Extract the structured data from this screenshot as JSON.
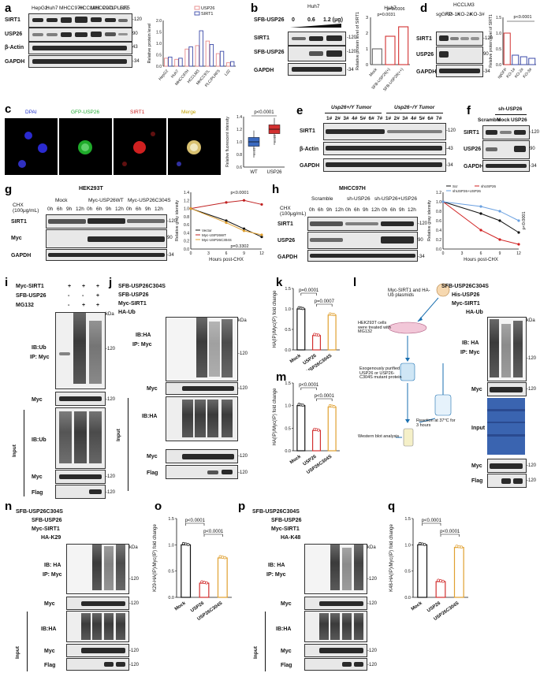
{
  "panels": {
    "a": {
      "label": "a",
      "lanes": [
        "HepG2",
        "Huh7",
        "MHCC97H",
        "HCCLM3",
        "MHCC97L",
        "PLC/PLRF5",
        "L02"
      ],
      "rows": [
        "SIRT1",
        "USP26",
        "β-Actin",
        "GAPDH"
      ],
      "kda": [
        "-120",
        "90",
        "43",
        "-34"
      ],
      "legend": [
        "USP26",
        "SIRT1"
      ],
      "colors": {
        "USP26": "#e88a8a",
        "SIRT1": "#3b4aa8"
      },
      "chart_data": {
        "type": "bar",
        "categories": [
          "HepG2",
          "Huh7",
          "MHCC97H",
          "HCCLM3",
          "MHCC97L",
          "PLC/PLRF5",
          "L02"
        ],
        "series": [
          {
            "name": "USP26",
            "values": [
              0.35,
              0.3,
              0.75,
              0.9,
              1.1,
              0.55,
              0.15
            ]
          },
          {
            "name": "SIRT1",
            "values": [
              0.4,
              0.35,
              0.85,
              1.55,
              0.95,
              0.65,
              0.2
            ]
          }
        ],
        "ylabel": "Relative protein level",
        "ylim": [
          0,
          2.0
        ],
        "yticks": [
          "0.0",
          "0.5",
          "1.0",
          "1.5",
          "2.0"
        ]
      }
    },
    "b": {
      "label": "b",
      "cell": "Huh7",
      "treatment": "SFB-USP26",
      "doses": [
        "0",
        "0.6",
        "1.2 (μg)"
      ],
      "rows": [
        "SIRT1",
        "SFB-USP26",
        "GAPDH"
      ],
      "kda": [
        "-120",
        "-120",
        "-34"
      ],
      "chart_data": {
        "type": "bar",
        "title": "Huh7",
        "categories": [
          "Mock",
          "SFB-USP26(+)",
          "SFB-USP26(++)"
        ],
        "values": [
          1.0,
          1.8,
          2.4
        ],
        "ylabel": "Relative protein level of SIRT1",
        "ylim": [
          0,
          3
        ],
        "yticks": [
          "0",
          "1",
          "2",
          "3"
        ],
        "pvalues": [
          "p=0.0031",
          "p=0.0006"
        ]
      }
    },
    "c": {
      "label": "c",
      "channels": [
        "DPAI",
        "GFP-USP26",
        "SIRT1",
        "Merge"
      ],
      "chart_data": {
        "type": "box",
        "categories": [
          "WT",
          "USP26"
        ],
        "n": [
          "n=42",
          "n=48"
        ],
        "medians": [
          1.0,
          1.2
        ],
        "ylabel": "Relative fluorescent intensity",
        "ylim": [
          0.6,
          1.4
        ],
        "yticks": [
          "0.6",
          "0.8",
          "1.0",
          "1.2",
          "1.4"
        ],
        "pvalue": "p<0.0001"
      }
    },
    "d": {
      "label": "d",
      "cell": "HCCLM3",
      "lanes": [
        "sgGFP",
        "KO-1#",
        "KO-2#",
        "KO-3#"
      ],
      "rows": [
        "SIRT1",
        "USP26",
        "GAPDH"
      ],
      "kda": [
        "-120",
        "90",
        "-34"
      ],
      "chart_data": {
        "type": "bar",
        "categories": [
          "sgGFP",
          "KO-1#",
          "KO-2#",
          "KO-3#"
        ],
        "values": [
          1.0,
          0.3,
          0.25,
          0.2
        ],
        "ylabel": "Relative protein level of SIRT1",
        "ylim": [
          0,
          1.5
        ],
        "yticks": [
          "0.0",
          "0.5",
          "1.0",
          "1.5"
        ],
        "pvalue": "p<0.0001"
      }
    },
    "e": {
      "label": "e",
      "group1": "Usp26+/Y Tumor",
      "group2": "Usp26−/Y Tumor",
      "lanes": [
        "1#",
        "2#",
        "3#",
        "4#",
        "5#",
        "6#",
        "7#",
        "1#",
        "2#",
        "3#",
        "4#",
        "5#",
        "6#",
        "7#"
      ],
      "rows": [
        "SIRT1",
        "β-Actin",
        "GAPDH"
      ],
      "kda": [
        "-120",
        "-43",
        "-34"
      ]
    },
    "f": {
      "label": "f",
      "group": "sh-USP26",
      "lanes": [
        "Scramble",
        "Mock",
        "USP26"
      ],
      "rows": [
        "SIRT1",
        "USP26",
        "GAPDH"
      ],
      "kda": [
        "-120",
        "90",
        "-34"
      ]
    },
    "g": {
      "label": "g",
      "cell": "HEK293T",
      "chx": "CHX\n(100μg/mL)",
      "groups": [
        "Mock",
        "Myc-USP26WT",
        "Myc-USP26C304S"
      ],
      "times": [
        "0h",
        "6h",
        "9h",
        "12h"
      ],
      "rows": [
        "SIRT1",
        "Myc",
        "GAPDH"
      ],
      "kda": [
        "-120",
        "90",
        "-34"
      ],
      "chart_data": {
        "type": "line",
        "x": [
          0,
          6,
          9,
          12
        ],
        "series": [
          {
            "name": "Vector",
            "values": [
              1.0,
              0.7,
              0.5,
              0.3
            ]
          },
          {
            "name": "Myc-USP26WT",
            "values": [
              1.0,
              1.15,
              1.2,
              1.1
            ]
          },
          {
            "name": "Myc-USP26C304S",
            "values": [
              1.0,
              0.65,
              0.45,
              0.35
            ]
          }
        ],
        "xlabel": "Hours post-CHX",
        "ylabel": "Relative gray idensity",
        "ylim": [
          0,
          1.4
        ],
        "yticks": [
          "0.0",
          "0.2",
          "0.4",
          "0.6",
          "0.8",
          "1.0",
          "1.2",
          "1.4"
        ],
        "xticks": [
          "0",
          "3",
          "6",
          "9",
          "12"
        ],
        "pvalues": [
          "p<0.0001",
          "p=0.3302"
        ]
      }
    },
    "h": {
      "label": "h",
      "cell": "MHCC97H",
      "chx": "CHX\n(100μg/mL)",
      "groups": [
        "Scramble",
        "sh-USP26",
        "sh-USP26+USP26"
      ],
      "times": [
        "0h",
        "6h",
        "9h",
        "12h"
      ],
      "rows": [
        "SIRT1",
        "USP26",
        "GAPDH"
      ],
      "kda": [
        "-120",
        "90",
        "-34"
      ],
      "chart_data": {
        "type": "line",
        "x": [
          0,
          6,
          9,
          12
        ],
        "series": [
          {
            "name": "Scr",
            "values": [
              1.0,
              0.75,
              0.6,
              0.35
            ]
          },
          {
            "name": "shUSP26",
            "values": [
              1.0,
              0.4,
              0.2,
              0.1
            ]
          },
          {
            "name": "shUSP26+USP26",
            "values": [
              1.0,
              0.9,
              0.8,
              0.6
            ]
          }
        ],
        "xlabel": "Hours post-CHX",
        "ylabel": "Relative gray idensity",
        "ylim": [
          0,
          1.2
        ],
        "yticks": [
          "0.0",
          "0.2",
          "0.4",
          "0.6",
          "0.8",
          "1.0",
          "1.2"
        ],
        "xticks": [
          "0",
          "3",
          "6",
          "9",
          "12"
        ],
        "pvalue": "p<0.0001"
      }
    },
    "i": {
      "label": "i",
      "conds": [
        "Myc-SIRT1",
        "SFB-USP26",
        "MG132"
      ],
      "signs": [
        [
          "+",
          "+",
          "+"
        ],
        [
          "-",
          "-",
          "+"
        ],
        [
          "-",
          "+",
          "+"
        ]
      ],
      "ib": [
        "IB:Ub",
        "IP: Myc"
      ],
      "rows": [
        "Myc",
        "IB:Ub",
        "Myc",
        "Flag"
      ],
      "input": "Input",
      "kda": [
        "kDa",
        "-120",
        "-120",
        "-120",
        "-120"
      ]
    },
    "j": {
      "label": "j",
      "conds": [
        "SFB-USP26C304S",
        "SFB-USP26",
        "Myc-SIRT1",
        "HA-Ub"
      ],
      "ib": [
        "IB:HA",
        "IP: Myc"
      ],
      "rows": [
        "Myc",
        "IB:HA",
        "Myc",
        "Flag"
      ],
      "input": "Input",
      "kda": [
        "kDa",
        "-120",
        "-120",
        "-120",
        "-120"
      ]
    },
    "k": {
      "label": "k",
      "chart_data": {
        "type": "bar",
        "categories": [
          "Mock",
          "USP26",
          "USP26C304S"
        ],
        "values": [
          1.0,
          0.35,
          0.85
        ],
        "ylabel": "HA(IP)/Myc(IP) fold change",
        "ylim": [
          0,
          1.5
        ],
        "yticks": [
          "0.0",
          "0.5",
          "1.0",
          "1.5"
        ],
        "pvalues": [
          "p=0.0001",
          "p=0.0007"
        ]
      }
    },
    "l": {
      "label": "l",
      "diagram": [
        "Myc-SIRT1 and HA-Ub plasmids",
        "HEK293T cells were treated with MG132",
        "Exogenously purified USP26 or USP26-C304S mutant protein",
        "Reaction at 37°C for 3 hours",
        "Western blot analysis"
      ],
      "conds": [
        "SFB-USP26C304S",
        "His-USP26",
        "Myc-SIRT1",
        "HA-Ub"
      ],
      "ib": [
        "IB: HA",
        "IP: Myc"
      ],
      "rows": [
        "Myc",
        "Input",
        "Myc",
        "Flag"
      ],
      "kda": [
        "kDa",
        "-120",
        "-120",
        "-120",
        "-120"
      ]
    },
    "m": {
      "label": "m",
      "chart_data": {
        "type": "bar",
        "categories": [
          "Mock",
          "USP26",
          "USP26C304S"
        ],
        "values": [
          1.0,
          0.45,
          0.97
        ],
        "ylabel": "HA(IP)/Myc(IP) fold change",
        "ylim": [
          0,
          1.5
        ],
        "yticks": [
          "0.0",
          "0.5",
          "1.0",
          "1.5"
        ],
        "pvalues": [
          "p<0.0001",
          "p<0.0001"
        ]
      }
    },
    "n": {
      "label": "n",
      "conds": [
        "SFB-USP26C304S",
        "SFB-USP26",
        "Myc-SIRT1",
        "HA-K29"
      ],
      "ib": [
        "IB: HA",
        "IP: Myc"
      ],
      "rows": [
        "Myc",
        "IB:HA",
        "Myc",
        "Flag"
      ],
      "input": "Input",
      "kda": [
        "kDa",
        "-120",
        "-120",
        "-120",
        "-120"
      ]
    },
    "o": {
      "label": "o",
      "chart_data": {
        "type": "bar",
        "categories": [
          "Mock",
          "USP26",
          "USP26C304S"
        ],
        "values": [
          1.0,
          0.27,
          0.75
        ],
        "ylabel": "K29-HA(IP)/Myc(IP) fold change",
        "ylim": [
          0,
          1.5
        ],
        "yticks": [
          "0.0",
          "0.5",
          "1.0",
          "1.5"
        ],
        "pvalues": [
          "p<0.0001",
          "p<0.0001"
        ]
      }
    },
    "p": {
      "label": "p",
      "conds": [
        "SFB-USP26C304S",
        "SFB-USP26",
        "Myc-SIRT1",
        "HA-K48"
      ],
      "ib": [
        "IB: HA",
        "IP: Myc"
      ],
      "rows": [
        "Myc",
        "IB:HA",
        "Myc",
        "Flag"
      ],
      "input": "Input",
      "kda": [
        "kDa",
        "-120",
        "-120",
        "-120",
        "-120"
      ]
    },
    "q": {
      "label": "q",
      "chart_data": {
        "type": "bar",
        "categories": [
          "Mock",
          "USP26",
          "USP26C304S"
        ],
        "values": [
          1.0,
          0.3,
          0.95
        ],
        "ylabel": "K48-HA(IP)/Myc(IP) fold change",
        "ylim": [
          0,
          1.5
        ],
        "yticks": [
          "0.0",
          "0.5",
          "1.0",
          "1.5"
        ],
        "pvalues": [
          "p<0.0001",
          "p<0.0001"
        ]
      }
    }
  }
}
